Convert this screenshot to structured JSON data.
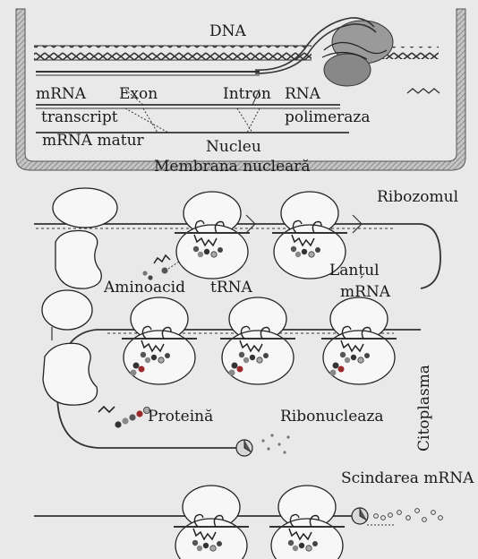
{
  "nucleus": {
    "dna": "DNA",
    "mrna": "mRNA",
    "exon": "Exon",
    "intron": "Intron",
    "rna": "RNA",
    "transcript": "transcript",
    "polimeraza": "polimeraza",
    "mrna_matur": "mRNA matur",
    "nucleu": "Nucleu",
    "membrana": "Membrana nucleară"
  },
  "cytoplasm": {
    "ribozomul": "Ribozomul",
    "aminoacid": "Aminoacid",
    "trna": "tRNA",
    "lantul": "Lanțul",
    "lantul_mrna": "mRNA",
    "proteina": "Proteină",
    "ribonucleaza": "Ribonucleaza",
    "citoplasma": "Citoplasma",
    "scindarea": "Scindarea mRNA"
  },
  "colors": {
    "background": "#e9e9e9",
    "ink": "#1a1a1a",
    "membrane": "#b8b8b8",
    "ribosome": "#f7f7f7"
  },
  "icons": {
    "ribosome": "ribosome-icon",
    "trna": "trna-icon",
    "amino_acid": "amino-acid-icon",
    "ribonuclease": "ribonuclease-icon"
  }
}
